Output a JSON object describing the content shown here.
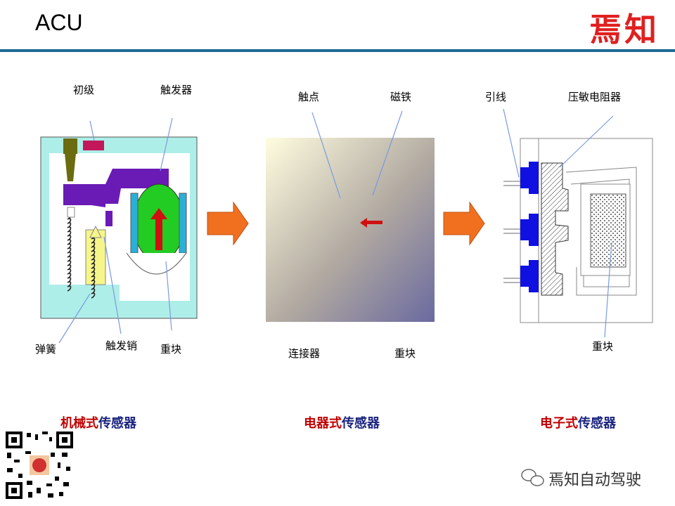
{
  "header": {
    "title": "ACU",
    "logo_text": "焉知"
  },
  "colors": {
    "accent": "#1d6a96",
    "caption_red": "#c00000",
    "caption_blue": "#1a237e",
    "arrow": "#f07020"
  },
  "mechanical": {
    "labels": {
      "primary": "初级",
      "trigger": "触发器",
      "spring": "弹簧",
      "pin": "触发销",
      "mass": "重块"
    },
    "caption_a": "机械式",
    "caption_b": "传感器"
  },
  "electrical": {
    "labels": {
      "contact": "触点",
      "magnet": "磁铁",
      "connector": "连接器",
      "mass": "重块"
    },
    "caption_a": "电器式",
    "caption_b": "传感器"
  },
  "electronic": {
    "labels": {
      "lead": "引线",
      "piezo": "压敏电阻器",
      "mass": "重块"
    },
    "caption_a": "电子式",
    "caption_b": "传感器"
  },
  "footer": {
    "brand": "焉知自动驾驶",
    "icons": [
      "qr-code-icon",
      "wechat-icon"
    ]
  }
}
